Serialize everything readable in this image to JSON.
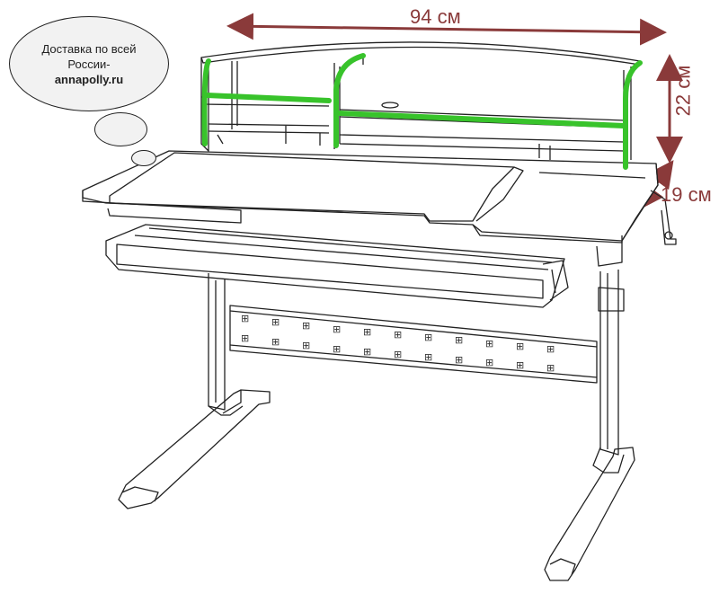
{
  "callout": {
    "line1": "Доставка по всей",
    "line2a": "России-",
    "line2b": "annapolly.ru"
  },
  "dimensions": {
    "width": "94 см",
    "height": "22 см",
    "depth": "19 см"
  },
  "colors": {
    "accent": "#38c32b",
    "dimension": "#8a3a3a",
    "outline": "#222222"
  }
}
